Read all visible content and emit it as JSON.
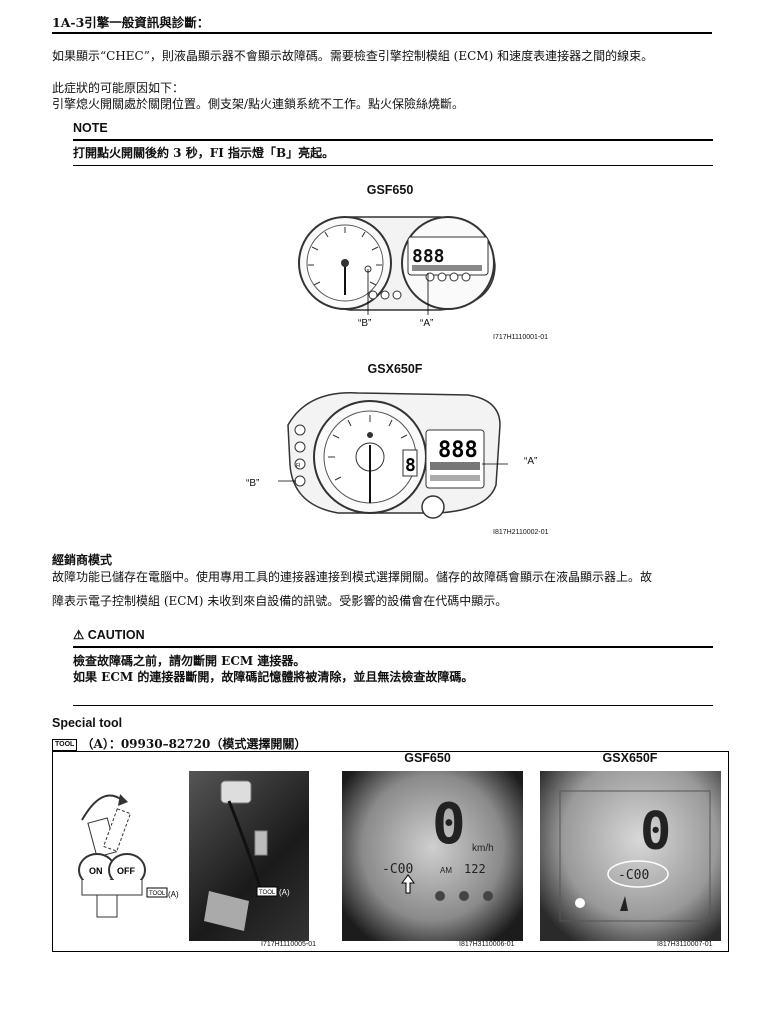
{
  "header": {
    "title": "1A-3引擎一般資訊與診斷："
  },
  "para1": "如果顯示“CHEC”，則液晶顯示器不會顯示故障碼。需要檢查引擎控制模組 (ECM) 和速度表連接器之間的線束。",
  "cause_title": "此症狀的可能原因如下：",
  "cause_body": "引擎熄火開關處於關閉位置。側支架/點火連鎖系統不工作。點火保險絲燒斷。",
  "note": {
    "title": "NOTE",
    "text": "打開點火開關後約 3 秒，FI 指示燈「B」亮起。"
  },
  "fig1": {
    "caption": "GSF650",
    "label_b": "“B”",
    "label_a": "“A”",
    "id": "I717H1110001-01",
    "lcd": "888"
  },
  "fig2": {
    "caption": "GSX650F",
    "label_b": "“B”",
    "label_a": "“A”",
    "id": "I817H2110002-01",
    "lcd": "888",
    "gear": "8"
  },
  "dealer": {
    "title": "經銷商模式",
    "line1": "故障功能已儲存在電腦中。使用專用工具的連接器連接到模式選擇開關。儲存的故障碼會顯示在液晶顯示器上。故",
    "line2": "障表示電子控制模組 (ECM) 未收到來自設備的訊號。受影響的設備會在代碼中顯示。"
  },
  "caution": {
    "title": "CAUTION",
    "line1": "檢查故障碼之前，請勿斷開 ECM 連接器。",
    "line2": "如果 ECM 的連接器斷開，故障碼記憶體將被清除，並且無法檢查故障碼。"
  },
  "special_tool": {
    "title": "Special tool",
    "tool_label": "TOOL",
    "tool_text": "（A）：09930–82720（模式選擇開關）"
  },
  "tool_figs": {
    "cap_gsf": "GSF650",
    "cap_gsx": "GSX650F",
    "switch_on": "ON",
    "switch_off": "OFF",
    "tool_a": "(A)",
    "id1": "I717H1110005-01",
    "id2": "I817H3110006-01",
    "id3": "I817H3110007-01",
    "speed": "0",
    "unit": "km/h",
    "code": "-C00",
    "am": "AM",
    "time": "122"
  }
}
